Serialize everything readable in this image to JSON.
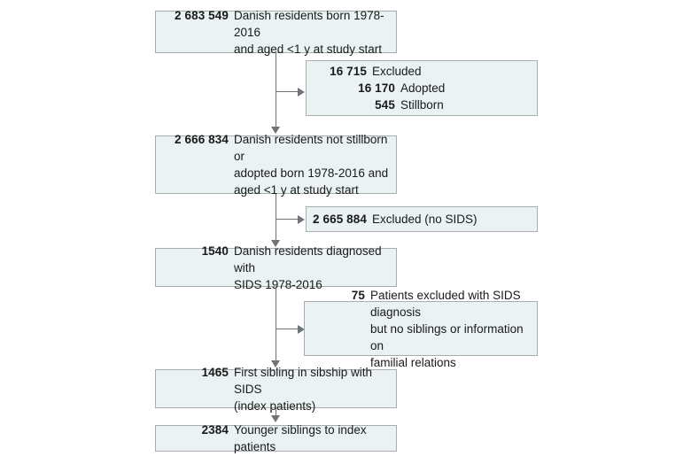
{
  "chart_data": {
    "type": "diagram",
    "title": "Study population flow diagram",
    "diagram_kind": "participant-flow-chart",
    "nodes": [
      {
        "id": "n1",
        "column": "main",
        "lines": [
          {
            "number": "2 683 549",
            "text": "Danish residents born 1978-2016",
            "continuation": "and aged <1 y at study start"
          }
        ]
      },
      {
        "id": "x1",
        "column": "side",
        "lines": [
          {
            "number": "16 715",
            "text": "Excluded"
          },
          {
            "number": "16 170",
            "text": "Adopted",
            "indent": 1
          },
          {
            "number": "545",
            "text": "Stillborn",
            "indent": 2
          }
        ]
      },
      {
        "id": "n2",
        "column": "main",
        "lines": [
          {
            "number": "2 666 834",
            "text": "Danish residents not stillborn or",
            "continuation": "adopted born 1978-2016 and",
            "continuation2": "aged <1 y at study start"
          }
        ]
      },
      {
        "id": "x2",
        "column": "side",
        "lines": [
          {
            "number": "2 665 884",
            "text": "Excluded (no SIDS)"
          }
        ]
      },
      {
        "id": "n3",
        "column": "main",
        "lines": [
          {
            "number": "1540",
            "text": "Danish residents diagnosed with",
            "continuation": "SIDS 1978-2016"
          }
        ]
      },
      {
        "id": "x3",
        "column": "side",
        "lines": [
          {
            "number": "75",
            "text": "Patients excluded with SIDS diagnosis",
            "continuation": "but no siblings or information on",
            "continuation2": "familial relations"
          }
        ]
      },
      {
        "id": "n4",
        "column": "main",
        "lines": [
          {
            "number": "1465",
            "text": "First sibling in sibship with SIDS",
            "continuation": "(index patients)"
          }
        ]
      },
      {
        "id": "n5",
        "column": "main",
        "lines": [
          {
            "number": "2384",
            "text": "Younger siblings to index patients"
          }
        ]
      }
    ],
    "colors": {
      "node_fill": "#eaf2f3",
      "node_border": "#a7adb0",
      "connector": "#6d7376",
      "background": "#ffffff",
      "text": "#1a1a1a"
    }
  },
  "nodes": {
    "n1": {
      "l0_num": "2 683 549",
      "l0_txt": "Danish residents born 1978-2016",
      "l0_cont": "and aged <1 y at study start"
    },
    "x1": {
      "l0_num": "16 715",
      "l0_txt": "Excluded",
      "l1_num": "16 170",
      "l1_txt": "Adopted",
      "l2_num": "545",
      "l2_txt": "Stillborn"
    },
    "n2": {
      "l0_num": "2 666 834",
      "l0_txt": "Danish residents not stillborn or",
      "l0_cont": "adopted born 1978-2016 and",
      "l0_cont2": "aged <1 y at study start"
    },
    "x2": {
      "l0_num": "2 665 884",
      "l0_txt": "Excluded (no SIDS)"
    },
    "n3": {
      "l0_num": "1540",
      "l0_txt": "Danish residents diagnosed with",
      "l0_cont": "SIDS 1978-2016"
    },
    "x3": {
      "l0_num": "75",
      "l0_txt": "Patients excluded with SIDS diagnosis",
      "l0_cont": "but no siblings or information on",
      "l0_cont2": "familial relations"
    },
    "n4": {
      "l0_num": "1465",
      "l0_txt": "First sibling in sibship with SIDS",
      "l0_cont": "(index patients)"
    },
    "n5": {
      "l0_num": "2384",
      "l0_txt": "Younger siblings to index patients"
    }
  }
}
